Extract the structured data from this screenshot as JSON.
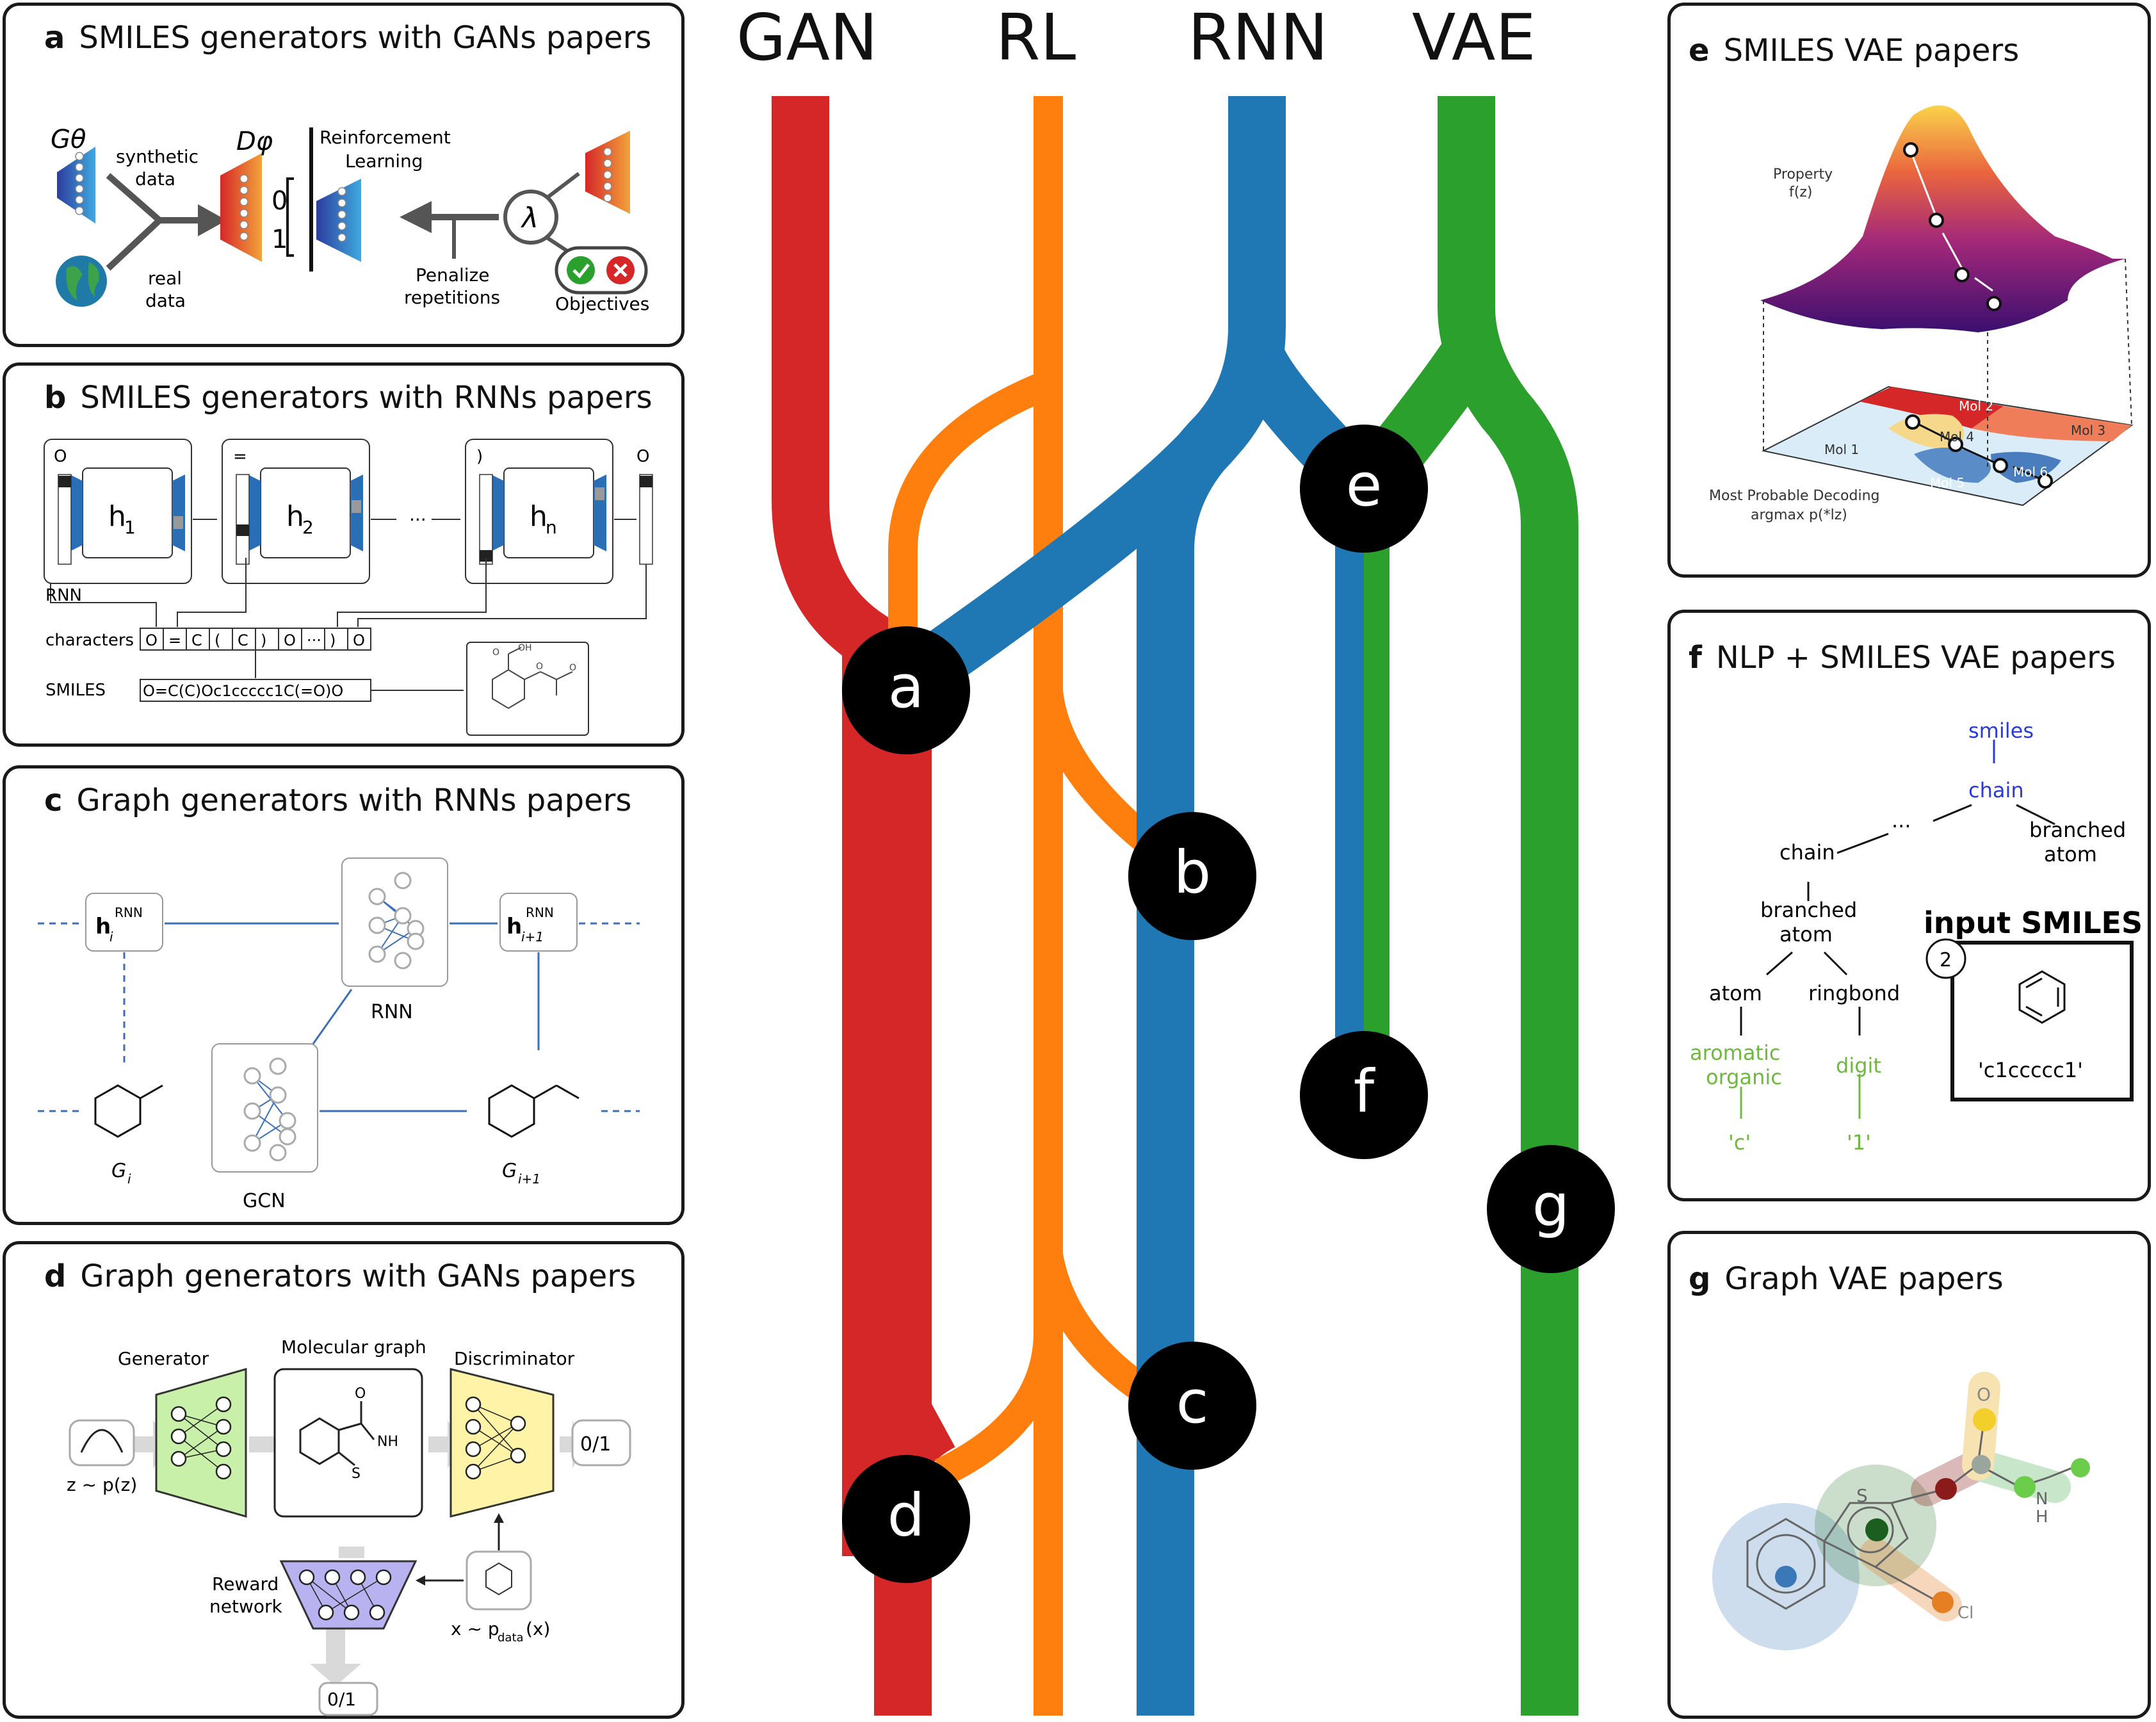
{
  "columns": [
    "GAN",
    "RL",
    "RNN",
    "VAE"
  ],
  "nodes": [
    "a",
    "b",
    "c",
    "d",
    "e",
    "f",
    "g"
  ],
  "colors": {
    "gan": "#d62728",
    "rl": "#ff7f0e",
    "rnn": "#1f77b4",
    "vae": "#2ca02c"
  },
  "panel_a": {
    "letter": "a",
    "title": "SMILES generators with GANs papers",
    "g_theta": "Gθ",
    "synthetic": "synthetic",
    "data1": "data",
    "real": "real",
    "data2": "data",
    "d_phi": "Dφ",
    "zero": "0",
    "one": "1",
    "rl1": "Reinforcement",
    "rl2": "Learning",
    "lambda": "λ",
    "penalize": "Penalize",
    "repetitions": "repetitions",
    "objectives": "Objectives"
  },
  "panel_b": {
    "letter": "b",
    "title": "SMILES generators with RNNs papers",
    "h1": "h",
    "h1sub": "1",
    "h2": "h",
    "h2sub": "2",
    "hn": "h",
    "hnsub": "n",
    "c_o": "O",
    "c_eq": "=",
    "c_paren": ")",
    "c_out": "O",
    "dots": "···",
    "rnn": "RNN",
    "characters": "characters",
    "smiles": "SMILES",
    "char_cells": [
      "O",
      "=",
      "C",
      "(",
      "C",
      ")",
      "O",
      "···",
      ")",
      "O"
    ],
    "smiles_string": "O=C(C)Oc1ccccc1C(=O)O",
    "oh": "OH",
    "o1": "O",
    "o2": "O",
    "o3": "O"
  },
  "panel_c": {
    "letter": "c",
    "title": "Graph generators with RNNs papers",
    "h_i": "h",
    "h_i_sup": "RNN",
    "h_i_sub": "i",
    "h_i1_sub": "i+1",
    "rnn": "RNN",
    "gcn": "GCN",
    "g_i": "G",
    "g_i_sub": "i",
    "g_i1_sub": "i+1"
  },
  "panel_d": {
    "letter": "d",
    "title": "Graph generators with GANs papers",
    "generator": "Generator",
    "molgraph": "Molecular graph",
    "discriminator": "Discriminator",
    "z": "z ~ p(z)",
    "out1": "0/1",
    "out2": "0/1",
    "reward1": "Reward",
    "reward2": "network",
    "x": "x ~ p",
    "x_sub": "data",
    "x_end": "(x)",
    "o": "O",
    "nh": "NH",
    "s": "S"
  },
  "panel_e": {
    "letter": "e",
    "title": "SMILES VAE papers",
    "property": "Property",
    "fz": "f(z)",
    "mols": [
      "Mol 1",
      "Mol 2",
      "Mol 3",
      "Mol 4",
      "Mol 5",
      "Mol 6"
    ],
    "decoding1": "Most Probable Decoding",
    "decoding2": "argmax p(*lz)"
  },
  "panel_f": {
    "letter": "f",
    "title": "NLP + SMILES VAE papers",
    "smiles": "smiles",
    "chain_top": "chain",
    "dots": "...",
    "branched_atom": [
      "branched",
      "atom"
    ],
    "chain": "chain",
    "branched_atom2": [
      "branched",
      "atom"
    ],
    "atom": "atom",
    "ringbond": "ringbond",
    "aromatic_organic": [
      "aromatic",
      "organic"
    ],
    "digit": "digit",
    "c_tok": "'c'",
    "one_tok": "'1'",
    "input_smiles": "input SMILES",
    "badge": "2",
    "input_string": "'c1ccccc1'"
  },
  "panel_g": {
    "letter": "g",
    "title": "Graph VAE papers",
    "o": "O",
    "s": "S",
    "n": "N",
    "h": "H",
    "cl": "Cl"
  }
}
